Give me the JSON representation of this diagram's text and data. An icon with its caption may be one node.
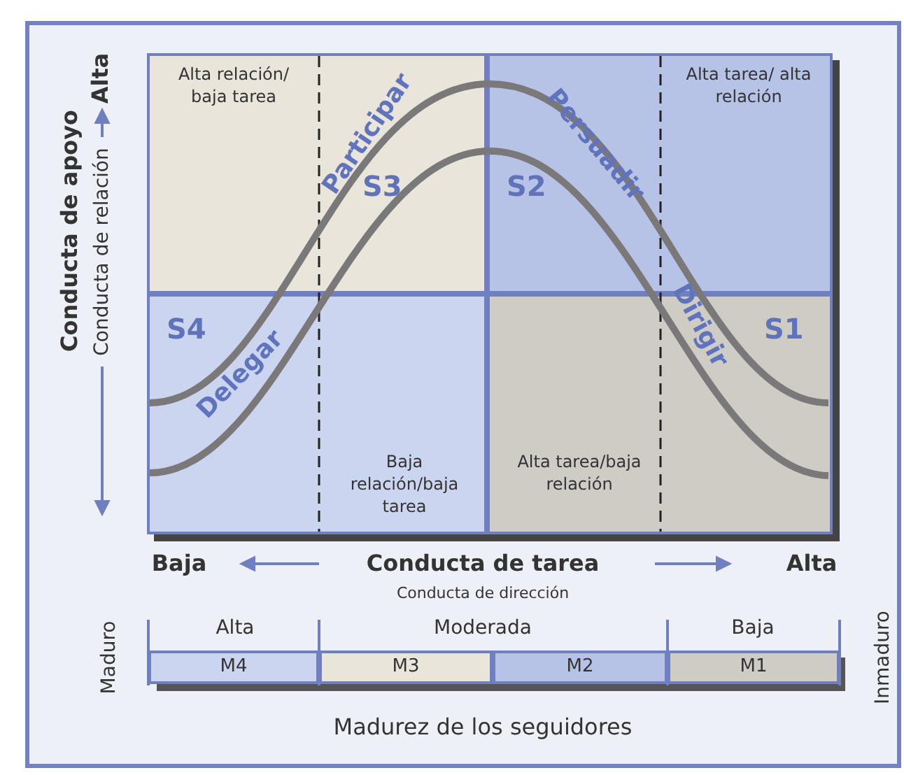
{
  "diagram": {
    "nodes": [
      {
        "text": [
          "Alta relación/ baja tarea",
          "S3"
        ]
      },
      {
        "text": [
          "Alta tarea/ alta relación",
          "S2"
        ]
      },
      {
        "text": [
          "S4",
          "Baja relación/baja tarea"
        ]
      },
      {
        "text": [
          "S1",
          "Alta tarea/baja relación"
        ]
      },
      {
        "text": [
          "M4"
        ]
      },
      {
        "text": [
          "M3"
        ]
      },
      {
        "text": [
          "M2"
        ]
      },
      {
        "text": [
          "M1"
        ]
      }
    ],
    "labels": [
      "Alta",
      "Conducta de apoyo",
      "Conducta de relación",
      "Participar",
      "Persuadir",
      "Delegar",
      "Dirigir",
      "Baja",
      "Conducta de tarea",
      "Alta",
      "Conducta de dirección",
      "Alta",
      "Moderada",
      "Baja",
      "Maduro",
      "Inmaduro",
      "Madurez de los seguidores"
    ]
  }
}
